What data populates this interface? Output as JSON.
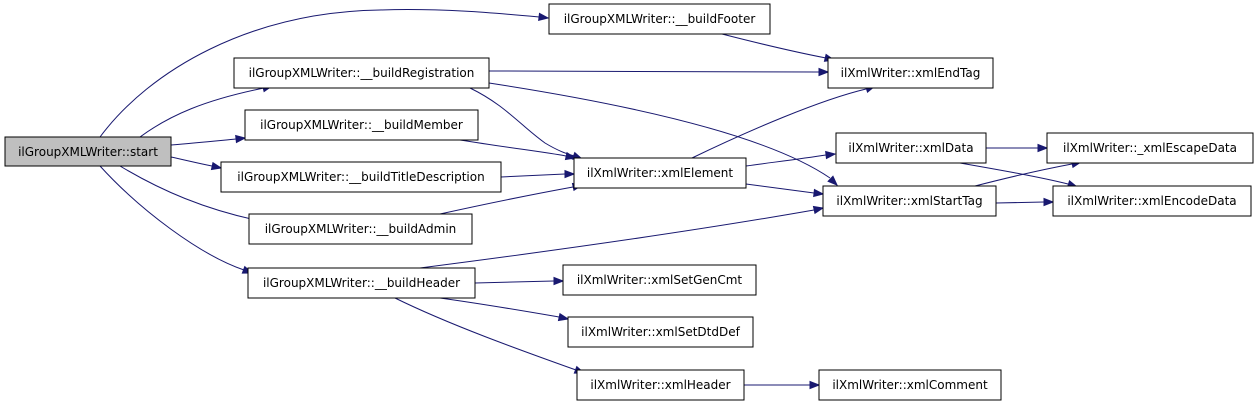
{
  "diagram": {
    "colors": {
      "edge": "#191970",
      "root_fill": "#bfbfbf",
      "node_fill": "#ffffff",
      "node_border": "#000000"
    },
    "nodes": {
      "start": "ilGroupXMLWriter::start",
      "buildFooter": "ilGroupXMLWriter::__buildFooter",
      "buildRegistration": "ilGroupXMLWriter::__buildRegistration",
      "buildMember": "ilGroupXMLWriter::__buildMember",
      "buildTitleDescription": "ilGroupXMLWriter::__buildTitleDescription",
      "buildAdmin": "ilGroupXMLWriter::__buildAdmin",
      "buildHeader": "ilGroupXMLWriter::__buildHeader",
      "xmlEndTag": "ilXmlWriter::xmlEndTag",
      "xmlElement": "ilXmlWriter::xmlElement",
      "xmlData": "ilXmlWriter::xmlData",
      "xmlStartTag": "ilXmlWriter::xmlStartTag",
      "xmlEscapeData": "ilXmlWriter::_xmlEscapeData",
      "xmlEncodeData": "ilXmlWriter::xmlEncodeData",
      "xmlSetGenCmt": "ilXmlWriter::xmlSetGenCmt",
      "xmlSetDtdDef": "ilXmlWriter::xmlSetDtdDef",
      "xmlHeader": "ilXmlWriter::xmlHeader",
      "xmlComment": "ilXmlWriter::xmlComment"
    },
    "edges": [
      [
        "start",
        "buildFooter"
      ],
      [
        "start",
        "buildRegistration"
      ],
      [
        "start",
        "buildMember"
      ],
      [
        "start",
        "buildTitleDescription"
      ],
      [
        "start",
        "buildAdmin"
      ],
      [
        "start",
        "buildHeader"
      ],
      [
        "buildFooter",
        "xmlEndTag"
      ],
      [
        "buildRegistration",
        "xmlEndTag"
      ],
      [
        "buildRegistration",
        "xmlElement"
      ],
      [
        "buildRegistration",
        "xmlStartTag"
      ],
      [
        "buildMember",
        "xmlElement"
      ],
      [
        "buildTitleDescription",
        "xmlElement"
      ],
      [
        "buildAdmin",
        "xmlElement"
      ],
      [
        "buildHeader",
        "xmlStartTag"
      ],
      [
        "buildHeader",
        "xmlSetGenCmt"
      ],
      [
        "buildHeader",
        "xmlSetDtdDef"
      ],
      [
        "buildHeader",
        "xmlHeader"
      ],
      [
        "xmlElement",
        "xmlEndTag"
      ],
      [
        "xmlElement",
        "xmlData"
      ],
      [
        "xmlElement",
        "xmlStartTag"
      ],
      [
        "xmlData",
        "xmlEscapeData"
      ],
      [
        "xmlData",
        "xmlEncodeData"
      ],
      [
        "xmlStartTag",
        "xmlEscapeData"
      ],
      [
        "xmlStartTag",
        "xmlEncodeData"
      ],
      [
        "xmlHeader",
        "xmlComment"
      ]
    ]
  }
}
